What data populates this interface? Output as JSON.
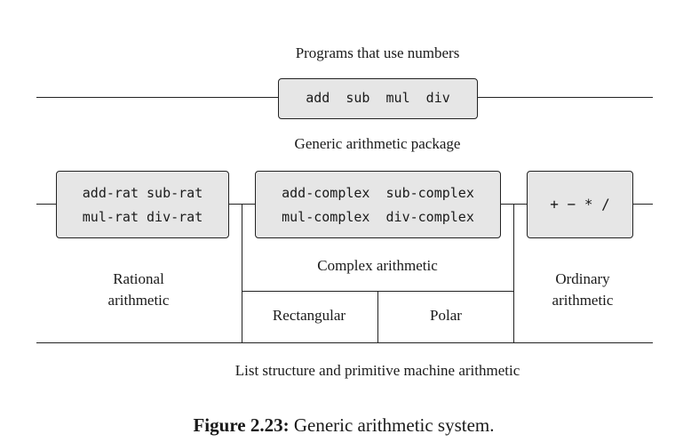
{
  "levels": {
    "programs": "Programs that use numbers",
    "generic": "Generic arithmetic package",
    "complex": "Complex arithmetic",
    "rational_line1": "Rational",
    "rational_line2": "arithmetic",
    "ordinary_line1": "Ordinary",
    "ordinary_line2": "arithmetic",
    "rectangular": "Rectangular",
    "polar": "Polar",
    "list_structure": "List structure and primitive machine arithmetic"
  },
  "boxes": {
    "generic_ops": "add  sub  mul  div",
    "rational_ops_1": "add-rat sub-rat",
    "rational_ops_2": "mul-rat div-rat",
    "complex_ops_1": "add-complex  sub-complex",
    "complex_ops_2": "mul-complex  div-complex",
    "ordinary_ops": "+ − * /"
  },
  "caption": {
    "label": "Figure 2.23:",
    "text": "Generic arithmetic system."
  }
}
